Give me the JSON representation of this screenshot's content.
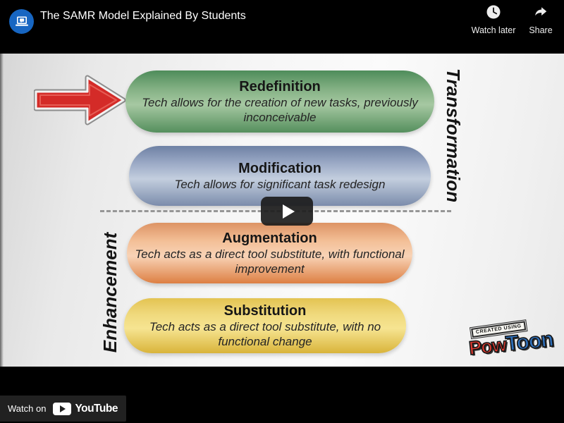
{
  "player": {
    "title": "The SAMR Model Explained By Students",
    "watch_later_label": "Watch later",
    "share_label": "Share",
    "watch_on_label": "Watch on",
    "youtube_wordmark": "YouTube"
  },
  "slide": {
    "right_axis_label": "Transformation",
    "left_axis_label": "Enhancement",
    "arrow_color": "#d42b28",
    "levels": [
      {
        "name": "Redefinition",
        "description": "Tech allows for the creation of new tasks, previously inconceivable",
        "colors": [
          "#4e8c5a",
          "#84b184",
          "#a6c8a2",
          "#558f5d"
        ]
      },
      {
        "name": "Modification",
        "description": "Tech allows for significant task redesign",
        "colors": [
          "#6e81a4",
          "#9dabc7",
          "#c3cede",
          "#7b8cab"
        ]
      },
      {
        "name": "Augmentation",
        "description": "Tech acts as a direct tool substitute, with functional improvement",
        "colors": [
          "#dd9364",
          "#f3bf97",
          "#f8d3b6",
          "#dd7f42"
        ]
      },
      {
        "name": "Substitution",
        "description": "Tech acts as a direct tool substitute, with no functional change",
        "colors": [
          "#e3c352",
          "#f0da7e",
          "#f6e491",
          "#d9b43a"
        ]
      }
    ],
    "credit": {
      "stamp": "CREATED USING",
      "brand_red": "Pow",
      "brand_blue": "Toon"
    }
  }
}
